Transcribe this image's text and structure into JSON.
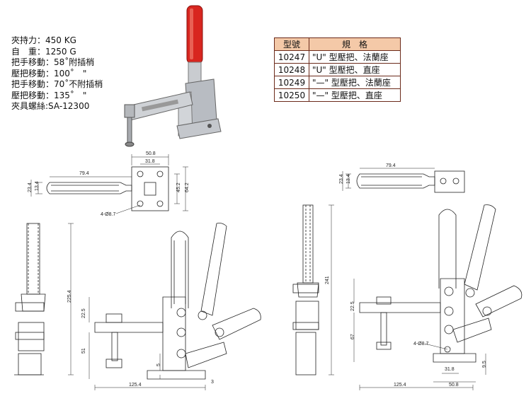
{
  "specs": {
    "clamping_force": "夾持力：450 KG",
    "weight": "自　重：1250 G",
    "handle_travel_1": "把手移動：58˚附插梢",
    "bar_travel_1": "壓把移動：100˚　\"",
    "handle_travel_2": "把手移動：70˚不附插梢",
    "bar_travel_2": "壓把移動：135˚　\"",
    "spindle": "夾具螺絲:SA-12300"
  },
  "table": {
    "headers": [
      "型號",
      "規　格"
    ],
    "rows": [
      {
        "model": "10247",
        "desc": "\"U\" 型壓把、法蘭座"
      },
      {
        "model": "10248",
        "desc": "\"U\" 型壓把、直座"
      },
      {
        "model": "10249",
        "desc": "\"—\" 型壓把、法蘭座"
      },
      {
        "model": "10250",
        "desc": "\"—\" 型壓把、直座"
      }
    ]
  },
  "dims": {
    "top_left": {
      "w508": "50.8",
      "w318": "31.8",
      "len794": "79.4",
      "h234": "23.4",
      "h134": "13.4",
      "h452": "45.2",
      "h642": "64.2",
      "holes": "4-Ø8.7"
    },
    "top_right": {
      "len794": "79.4",
      "h234": "23.4",
      "h134": "13.4"
    },
    "bottom_left": {
      "h2254": "225.4",
      "h225": "22.5",
      "h51": "51",
      "h5": "5",
      "h3": "3",
      "w1254": "125.4"
    },
    "bottom_right": {
      "h241": "241",
      "h225": "22.5",
      "h67": "67",
      "holes": "4-Ø8.7",
      "w318": "31.8",
      "w1254": "125.4",
      "w508": "50.8",
      "h95": "9.5"
    }
  },
  "colors": {
    "handle_grip": "#d8261f",
    "table_header": "#f4c9a8"
  }
}
